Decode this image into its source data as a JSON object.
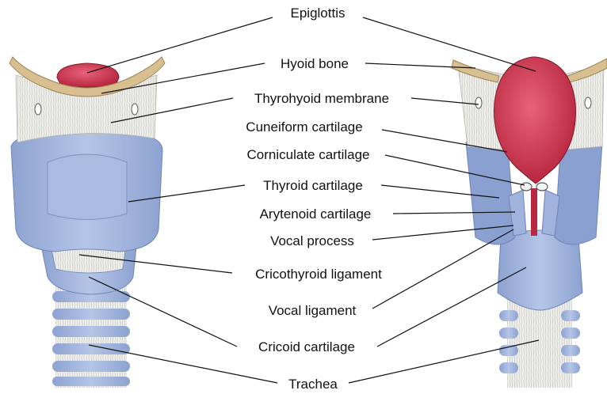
{
  "labels": {
    "epiglottis": "Epiglottis",
    "hyoid_bone": "Hyoid bone",
    "thyrohyoid_membrane": "Thyrohyoid membrane",
    "cuneiform_cartilage": "Cuneiform cartilage",
    "corniculate_cartilage": "Corniculate cartilage",
    "thyroid_cartilage": "Thyroid cartilage",
    "arytenoid_cartilage": "Arytenoid cartilage",
    "vocal_process": "Vocal process",
    "cricothyroid_ligament": "Cricothyroid ligament",
    "vocal_ligament": "Vocal ligament",
    "cricoid_cartilage": "Cricoid cartilage",
    "trachea": "Trachea"
  },
  "colors": {
    "cartilage_blue": "#9fb3dc",
    "cartilage_dark": "#7f93c2",
    "bone": "#d8bf8f",
    "membrane": "#eeeeea",
    "epiglottis_red": "#c8354d",
    "ring_white": "#f4f4f6"
  }
}
